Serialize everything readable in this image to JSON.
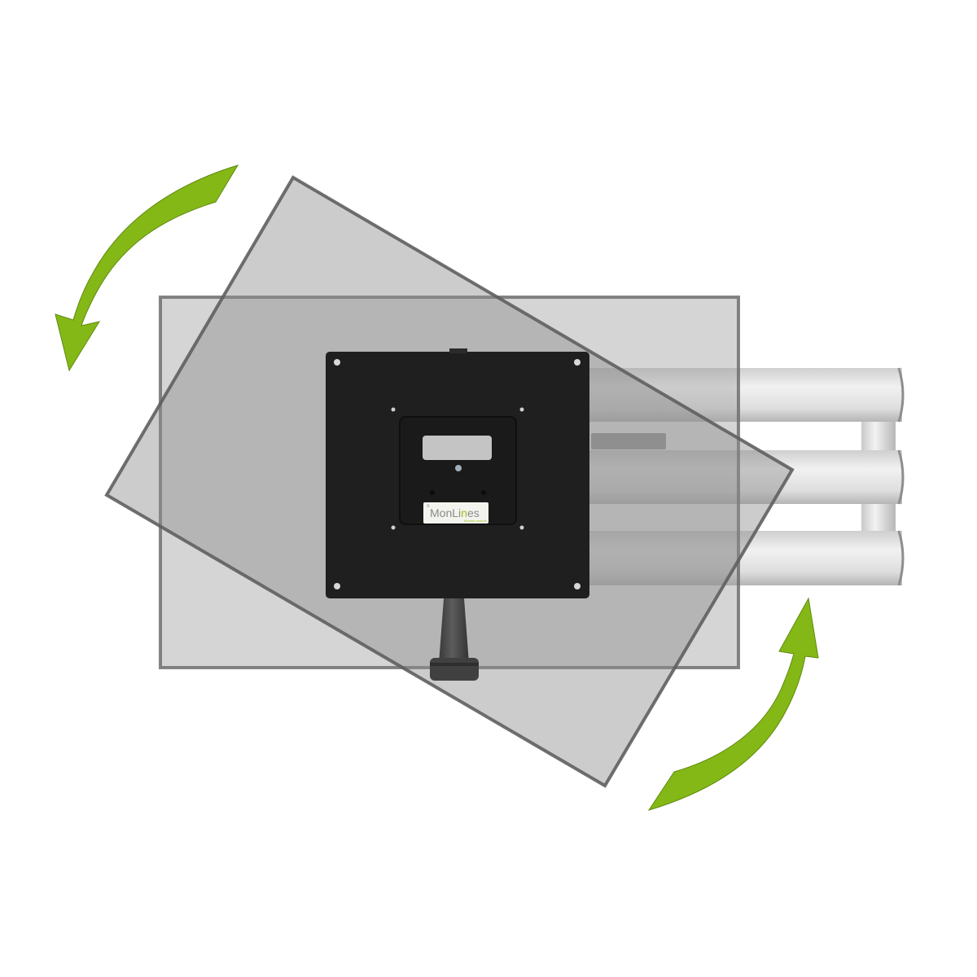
{
  "scene": {
    "description": "Rotating VESA monitor mount with rail system and rotation arrows",
    "background": "#ffffff"
  },
  "colors": {
    "arrow_green": "#84b816",
    "arrow_outline": "#5e8a10",
    "plate_black": "#1f1f1f",
    "panel_fill": "#9a9a9a",
    "panel_stroke": "#6e6e6e",
    "rail_light": "#e6e6e6",
    "rail_shadow": "#b9b9b9"
  },
  "logo": {
    "brand": "MonLines",
    "brand_prefix": "Mon",
    "brand_mid": "Li",
    "brand_accent": "n",
    "brand_suffix": "es",
    "tagline": "Monitor mounts",
    "mark": "≡"
  },
  "arrows": [
    {
      "name": "rotate-counterclockwise",
      "direction": "down-left"
    },
    {
      "name": "rotate-clockwise",
      "direction": "up-right"
    }
  ]
}
